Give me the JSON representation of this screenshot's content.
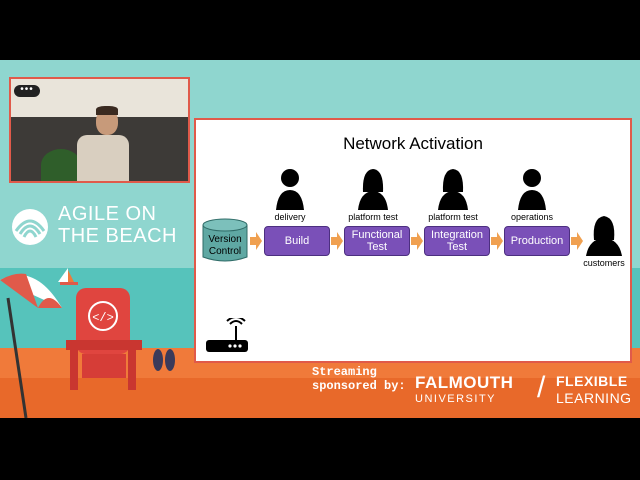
{
  "conference": {
    "logo_line1": "AGILE ON",
    "logo_line2": "THE BEACH"
  },
  "camera": {
    "menu_glyph": "•••"
  },
  "slide": {
    "title": "Network Activation",
    "source_line1": "Version",
    "source_line2": "Control",
    "stages": [
      {
        "line1": "Build",
        "line2": ""
      },
      {
        "line1": "Functional",
        "line2": "Test"
      },
      {
        "line1": "Integration",
        "line2": "Test"
      },
      {
        "line1": "Production",
        "line2": ""
      }
    ],
    "roles": [
      "delivery",
      "platform test",
      "platform test",
      "operations"
    ],
    "end_role": "customers",
    "colors": {
      "stage": "#7a50b8",
      "arrow": "#f0a050"
    },
    "icons": [
      "person-icon",
      "router-icon",
      "database-icon"
    ]
  },
  "sponsor": {
    "line1": "Streaming",
    "line2": "sponsored by:",
    "partner1_name": "FALMOUTH",
    "partner1_sub": "UNIVERSITY",
    "separator": "/",
    "partner2_line1": "FLEXIBLE",
    "partner2_line2": "LEARNING"
  }
}
